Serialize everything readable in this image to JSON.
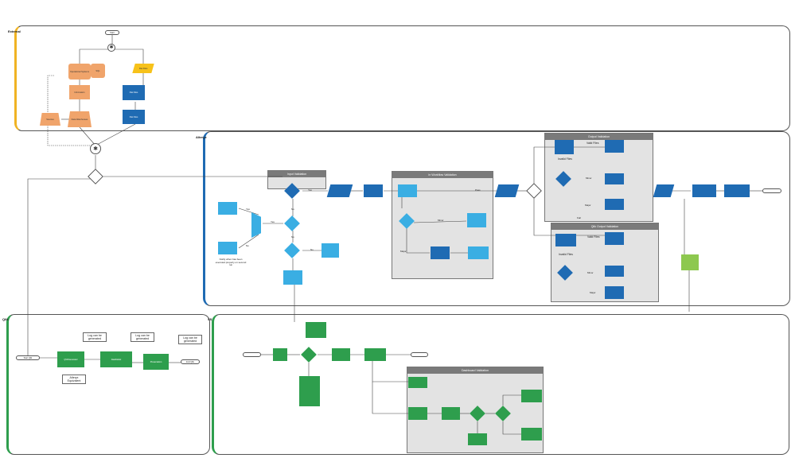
{
  "lanes": {
    "external": "External",
    "alteryx": "Alteryx",
    "qlik": "Qlik",
    "ss": "SS"
  },
  "colors": {
    "orange": "#f0a46b",
    "yellow": "#f7c21a",
    "blue": "#1f6bb3",
    "cyan": "#3aaee3",
    "green": "#2e9e4d",
    "light_green": "#8dc84f",
    "lane_external": "#f0b323",
    "lane_alteryx": "#1f6bb3",
    "lane_green": "#2e9e4d",
    "group_gray": "#e3e3e3",
    "group_header": "#7a7a7a"
  },
  "groups": {
    "input_validation": "Input Validation",
    "in_workflow_validation": "In Workflow Validation",
    "output_validation": "Output Validation",
    "qlik_output_validation": "Qlik Output Validation",
    "dashboard_validation": "Dashboard Validation"
  },
  "external": {
    "start": "Start",
    "operational_systems": "Operational Systems",
    "sql": "SQL",
    "flat_files": "Flat Files",
    "information": "Information",
    "data_warehouses": "Data Warehouses",
    "sources": "Sources",
    "flat_files_step": "Flat Files",
    "flat_files_load": "Flat Files"
  },
  "labels": {
    "yes": "Yes",
    "no": "No",
    "pass": "Pass",
    "minor": "Minor",
    "major": "Major",
    "fail": "Fail",
    "valid_files": "Valid Files",
    "invalid_files": "Invalid Files",
    "notify": "Notify when has been executed properly on second run",
    "log_1": "Log can be generated",
    "log_2": "Log can be generated",
    "log_3": "Log can be generated",
    "alteryx_equivalent": "Alteryx Equivalent"
  },
  "qlik": {
    "start": "Start Qlik",
    "qvd_generator": "QVDGenerator",
    "data_model": "DataModel",
    "presentation": "Presentation",
    "end": "End Qlik"
  }
}
